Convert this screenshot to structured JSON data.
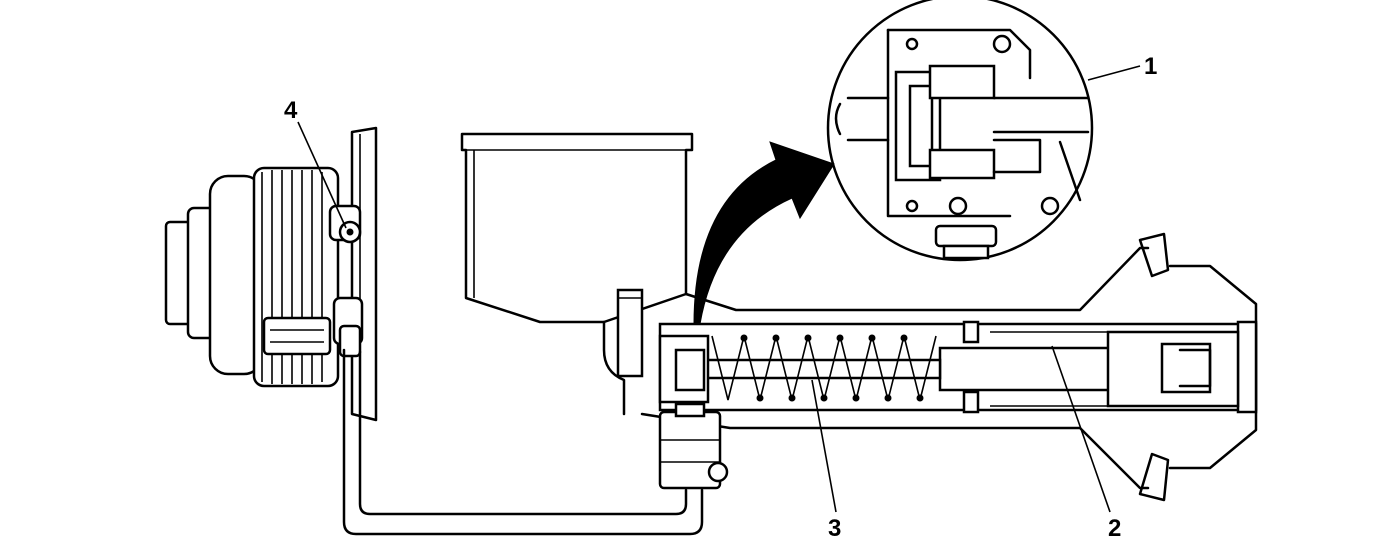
{
  "callouts": [
    "1",
    "2",
    "3",
    "4"
  ],
  "colors": {
    "line": "#000000",
    "background": "#ffffff"
  }
}
